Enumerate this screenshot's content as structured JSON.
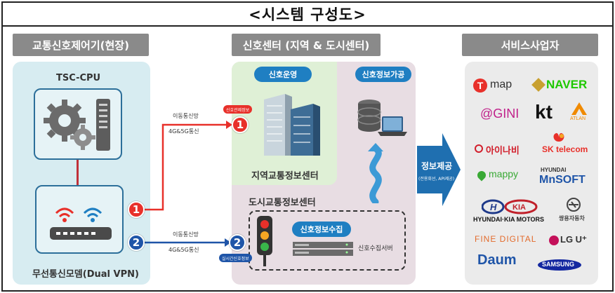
{
  "title": "<시스템 구성도>",
  "sections": {
    "field": "교통신호제어기(현장)",
    "center": "신호센터 (지역 & 도시센터)",
    "service": "서비스사업자"
  },
  "field": {
    "cpu_label": "TSC-CPU",
    "modem_label": "무선통신모뎀(Dual VPN)"
  },
  "links": [
    {
      "number": "1",
      "line1": "이동통신망",
      "line2": "4G&5G통신",
      "tag": "신호관제정보",
      "color": "#e8302a"
    },
    {
      "number": "2",
      "line1": "이동통신망",
      "line2": "4G&5G통신",
      "tag": "실시간신호정보",
      "color": "#1f55a8"
    }
  ],
  "center": {
    "ops": "신호운영",
    "proc": "신호정보가공",
    "regional": "지역교통정보센터",
    "urban": "도시교통정보센터",
    "collect": "신호정보수집",
    "server": "신호수집서버"
  },
  "provide": {
    "label": "정보제공",
    "sub": "(전용회선, API제공)"
  },
  "providers": [
    {
      "id": "tmap",
      "text": "map",
      "prefix": "T",
      "color": "#e8302a"
    },
    {
      "id": "naver",
      "text": "NAVER",
      "color": "#1ec800"
    },
    {
      "id": "gini",
      "text": "@GINI",
      "color": "#c0208a"
    },
    {
      "id": "kt",
      "text": "kt",
      "color": "#111111"
    },
    {
      "id": "atlan",
      "text": "ATLAN",
      "color": "#f08a00"
    },
    {
      "id": "inavi",
      "text": "아이나비",
      "color": "#d21e2b"
    },
    {
      "id": "sktelecom",
      "text": "SK telecom",
      "color": "#e8302a"
    },
    {
      "id": "mappy",
      "text": "mappy",
      "color": "#39a935"
    },
    {
      "id": "mnsoft_small",
      "text": "HYUNDAI",
      "color": "#333333"
    },
    {
      "id": "mnsoft",
      "text": "MnSOFT",
      "color": "#1f55a8"
    },
    {
      "id": "hyundai_kia",
      "text": "HYUNDAI·KIA MOTORS",
      "color": "#111111"
    },
    {
      "id": "ssangyong",
      "text": "쌍용자동차",
      "color": "#444444"
    },
    {
      "id": "finedigital",
      "text": "FINE DIGITAL",
      "color": "#e36b2c"
    },
    {
      "id": "lgu",
      "text": "LG U⁺",
      "color": "#333333"
    },
    {
      "id": "daum",
      "text": "Daum",
      "color": "#1f55a8"
    },
    {
      "id": "samsung",
      "text": "SAMSUNG",
      "color": "#1428a0"
    }
  ],
  "colors": {
    "header": "#8a8a8a",
    "field_bg": "#d7ecf1",
    "center_bg": "#e8dde3",
    "regional_bg": "#dff0d6",
    "service_bg": "#ebebeb",
    "accent": "#1f7fc2",
    "red": "#e8302a",
    "blue": "#1f55a8",
    "purple": "#b24bb8"
  }
}
